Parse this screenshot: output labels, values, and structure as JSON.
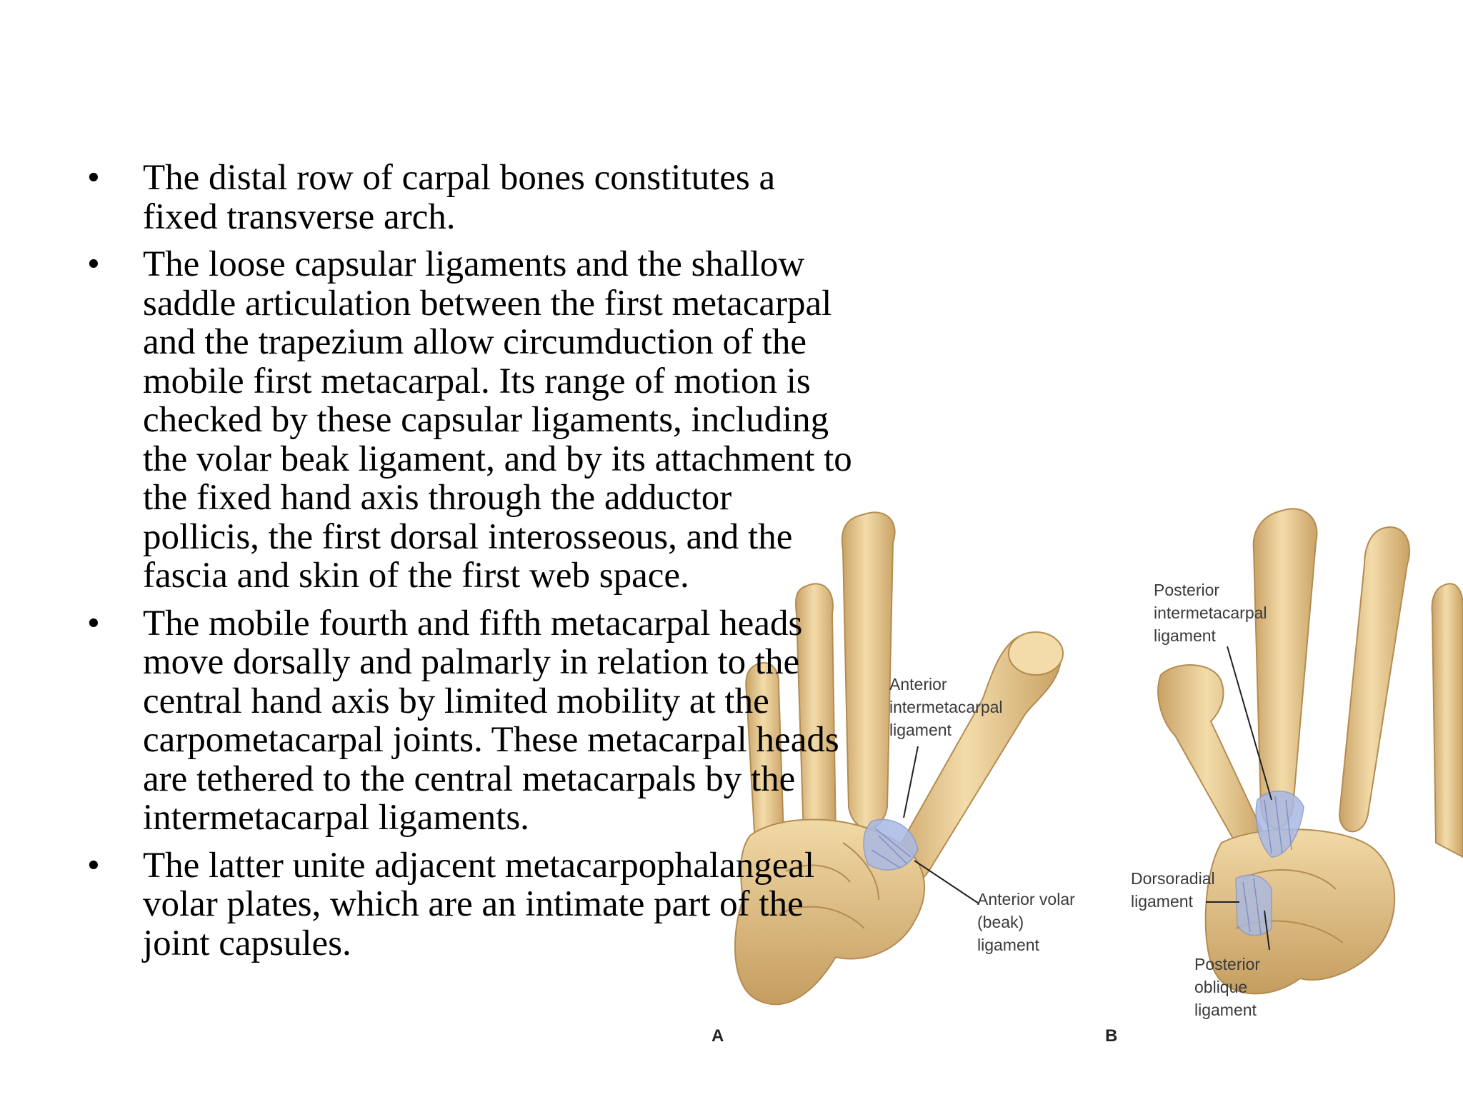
{
  "bullets": [
    {
      "symbol": "•",
      "lines": [
        "The distal row of carpal bones constitutes a",
        "fixed transverse arch."
      ]
    },
    {
      "symbol": "•",
      "lines": [
        "The loose capsular ligaments and the shallow",
        "saddle articulation between the first metacarpal",
        "and the trapezium allow circumduction of the",
        "mobile first metacarpal. Its range of motion is",
        "checked by these capsular ligaments, including",
        "the volar beak ligament, and by its attachment to",
        "the fixed hand axis through the adductor",
        "pollicis, the first dorsal interosseous, and the",
        "fascia and skin of the first web space."
      ]
    },
    {
      "symbol": "•",
      "lines": [
        "The mobile fourth and fifth metacarpal heads",
        "move dorsally and palmarly in relation to the",
        "central hand axis by limited mobility at the",
        "carpometacarpal joints. These metacarpal heads",
        "are tethered to the central metacarpals by the",
        "intermetacarpal ligaments."
      ]
    },
    {
      "symbol": "•",
      "lines": [
        "The latter unite adjacent metacarpophalangeal",
        "volar plates, which are an intimate part of the",
        "joint capsules."
      ]
    }
  ],
  "figure": {
    "panel_a": {
      "letter": "A",
      "labels": {
        "anterior_intermetacarpal": [
          "Anterior",
          "intermetacarpal",
          "ligament"
        ],
        "anterior_volar": [
          "Anterior volar",
          "(beak)",
          "ligament"
        ]
      }
    },
    "panel_b": {
      "letter": "B",
      "labels": {
        "posterior_intermetacarpal": [
          "Posterior",
          "intermetacarpal",
          "ligament"
        ],
        "dorsoradial": [
          "Dorsoradial",
          "ligament"
        ],
        "posterior_oblique": [
          "Posterior",
          "oblique",
          "ligament"
        ]
      }
    },
    "colors": {
      "bone": "#e8c890",
      "bone_shadow": "#c9a265",
      "ligament": "#a9b9e4",
      "leader": "#222222"
    }
  }
}
